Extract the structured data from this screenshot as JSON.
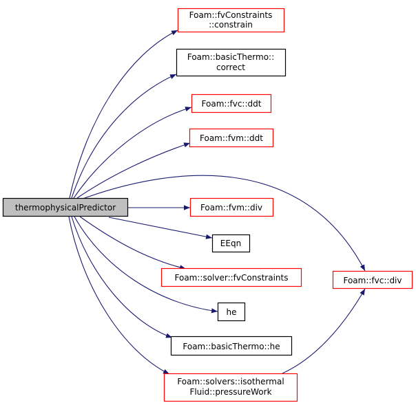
{
  "root": {
    "label": "thermophysicalPredictor"
  },
  "nodes": {
    "constrain": {
      "line1": "Foam::fvConstraints",
      "line2": "::constrain"
    },
    "correct": {
      "line1": "Foam::basicThermo::",
      "line2": "correct"
    },
    "fvc_ddt": {
      "label": "Foam::fvc::ddt"
    },
    "fvm_ddt": {
      "label": "Foam::fvm::ddt"
    },
    "fvm_div": {
      "label": "Foam::fvm::div"
    },
    "eeqn": {
      "label": "EEqn"
    },
    "solver_fvconstraints": {
      "label": "Foam::solver::fvConstraints"
    },
    "he": {
      "label": "he"
    },
    "basicthermo_he": {
      "label": "Foam::basicThermo::he"
    },
    "pressurework": {
      "line1": "Foam::solvers::isothermal",
      "line2": "Fluid::pressureWork"
    },
    "fvc_div": {
      "label": "Foam::fvc::div"
    }
  },
  "colors": {
    "edge": "#191970",
    "undocumented_border": "#ff0000",
    "documented_border": "#000000",
    "root_fill": "#bfbfbf"
  }
}
